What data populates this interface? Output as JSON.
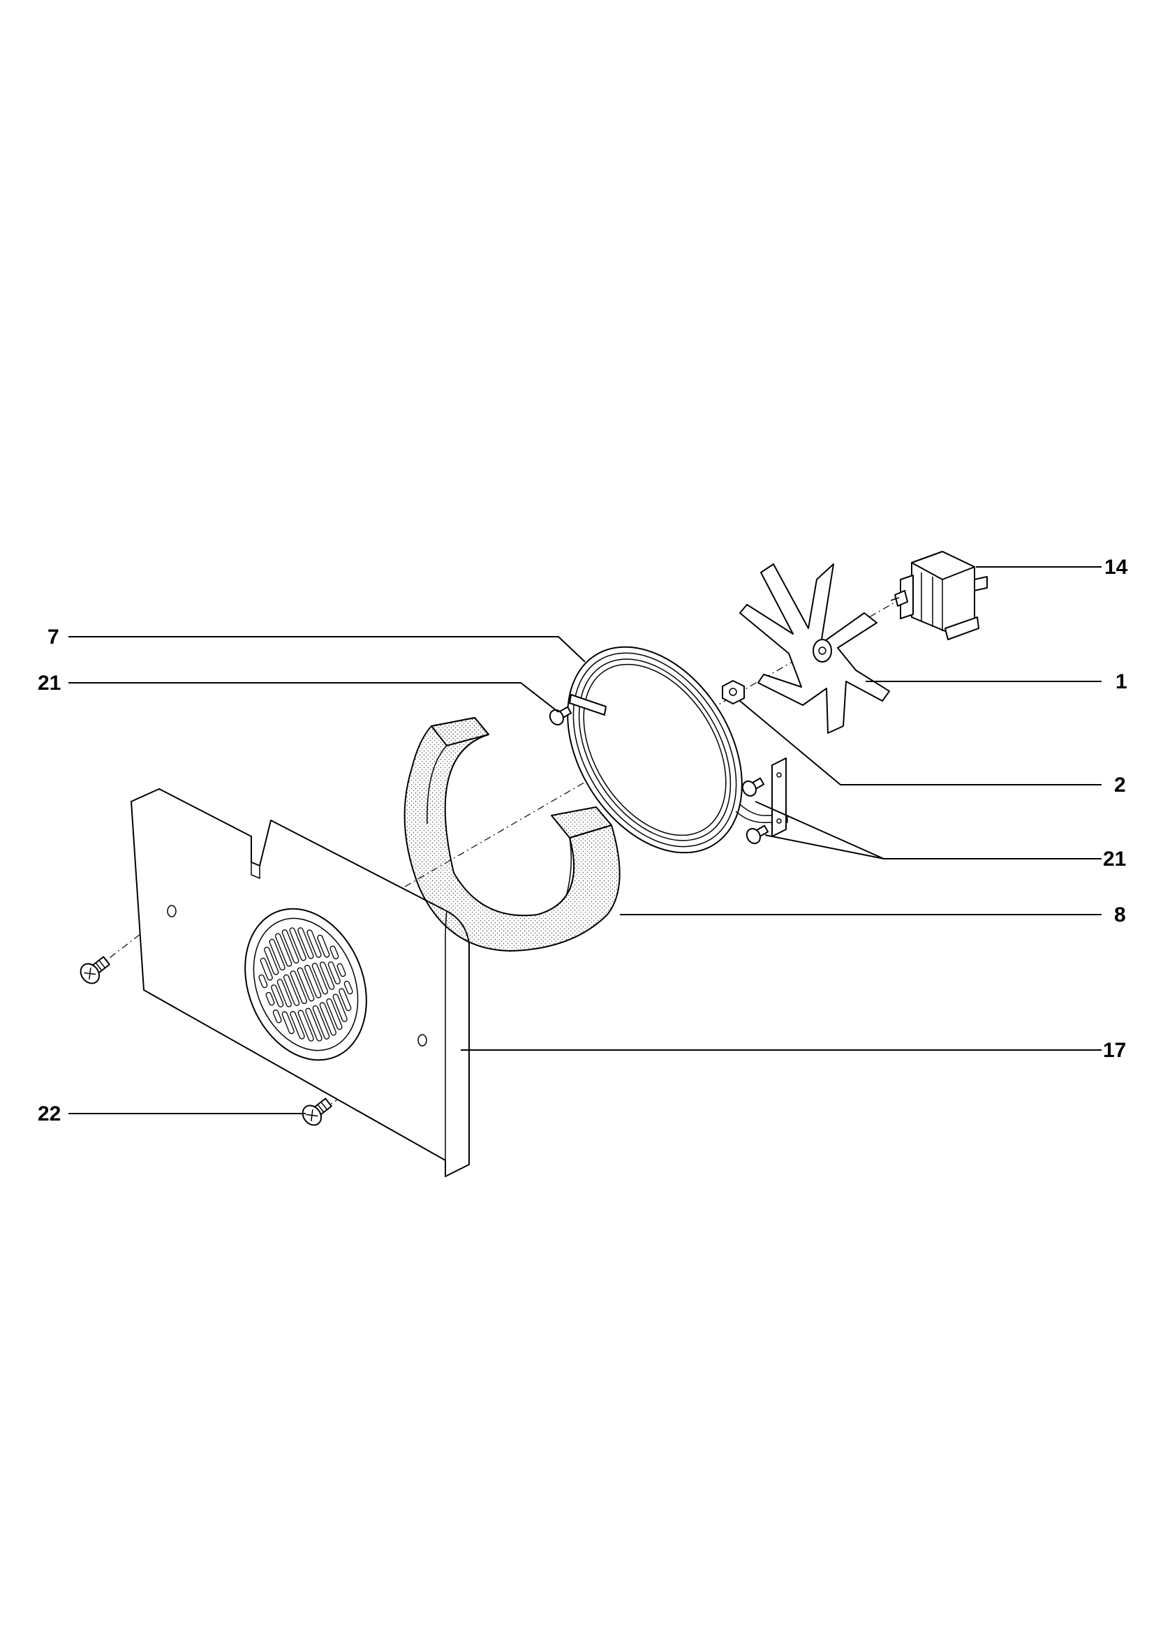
{
  "diagram": {
    "callouts": [
      {
        "id": "callout-14",
        "label": "14"
      },
      {
        "id": "callout-7",
        "label": "7"
      },
      {
        "id": "callout-1",
        "label": "1"
      },
      {
        "id": "callout-21-top",
        "label": "21"
      },
      {
        "id": "callout-2",
        "label": "2"
      },
      {
        "id": "callout-21-right",
        "label": "21"
      },
      {
        "id": "callout-8",
        "label": "8"
      },
      {
        "id": "callout-17",
        "label": "17"
      },
      {
        "id": "callout-22",
        "label": "22"
      }
    ],
    "colors": {
      "line": "#000000",
      "background": "#ffffff",
      "insulation_dots": "#555555"
    }
  }
}
